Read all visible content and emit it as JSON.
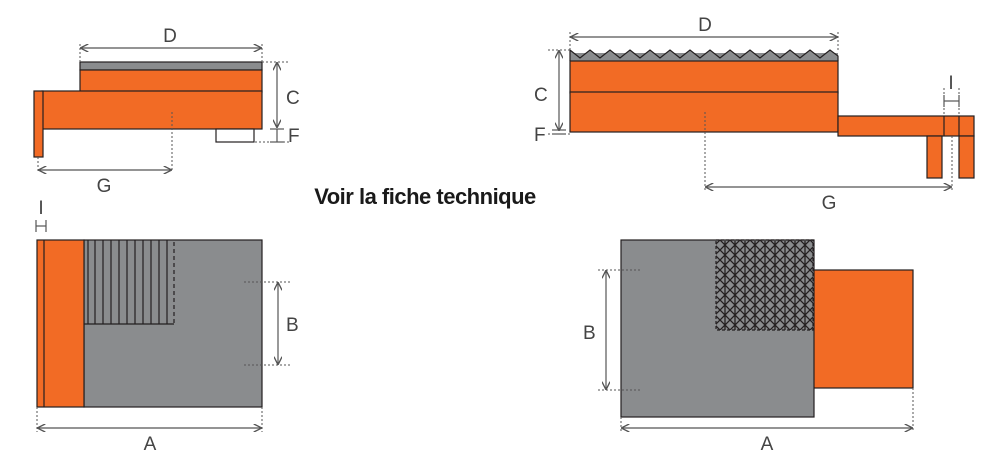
{
  "link": {
    "label": "Voir la fiche technique"
  },
  "labels": {
    "A": "A",
    "B": "B",
    "C": "C",
    "D": "D",
    "F": "F",
    "G": "G",
    "I": "I"
  },
  "colors": {
    "orange": "#f26b25",
    "grey": "#8a8c8e",
    "dark": "#231f20",
    "dim_line": "#555555",
    "text": "#444444"
  }
}
